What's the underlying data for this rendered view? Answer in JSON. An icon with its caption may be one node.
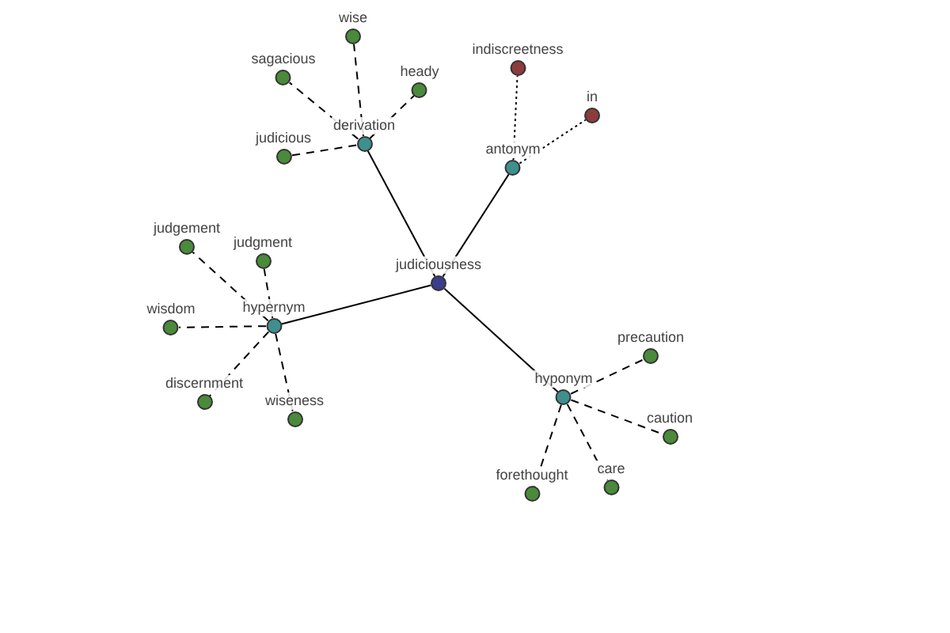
{
  "diagram": {
    "nodes": [
      {
        "text": [
          "judiciousness"
        ]
      },
      {
        "text": [
          "derivation"
        ]
      },
      {
        "text": [
          "antonym"
        ]
      },
      {
        "text": [
          "hypernym"
        ]
      },
      {
        "text": [
          "hyponym"
        ]
      },
      {
        "text": [
          "wise"
        ]
      },
      {
        "text": [
          "sagacious"
        ]
      },
      {
        "text": [
          "heady"
        ]
      },
      {
        "text": [
          "judicious"
        ]
      },
      {
        "text": [
          "indiscreetness"
        ]
      },
      {
        "text": [
          "in"
        ]
      },
      {
        "text": [
          "judgement"
        ]
      },
      {
        "text": [
          "judgment"
        ]
      },
      {
        "text": [
          "wisdom"
        ]
      },
      {
        "text": [
          "discernment"
        ]
      },
      {
        "text": [
          "wiseness"
        ]
      },
      {
        "text": [
          "precaution"
        ]
      },
      {
        "text": [
          "caution"
        ]
      },
      {
        "text": [
          "forethought"
        ]
      },
      {
        "text": [
          "care"
        ]
      }
    ],
    "edges": [
      {
        "from": 0,
        "to": 1,
        "arrow": "none"
      },
      {
        "from": 0,
        "to": 2,
        "arrow": "none"
      },
      {
        "from": 0,
        "to": 3,
        "arrow": "none"
      },
      {
        "from": 0,
        "to": 4,
        "arrow": "none"
      },
      {
        "from": 1,
        "to": 5,
        "arrow": "none",
        "style": "dashed"
      },
      {
        "from": 1,
        "to": 6,
        "arrow": "none",
        "style": "dashed"
      },
      {
        "from": 1,
        "to": 7,
        "arrow": "none",
        "style": "dashed"
      },
      {
        "from": 1,
        "to": 8,
        "arrow": "none",
        "style": "dashed"
      },
      {
        "from": 2,
        "to": 9,
        "arrow": "none",
        "style": "dashed"
      },
      {
        "from": 2,
        "to": 10,
        "arrow": "none",
        "style": "dashed"
      },
      {
        "from": 3,
        "to": 11,
        "arrow": "none",
        "style": "dashed"
      },
      {
        "from": 3,
        "to": 12,
        "arrow": "none",
        "style": "dashed"
      },
      {
        "from": 3,
        "to": 13,
        "arrow": "none",
        "style": "dashed"
      },
      {
        "from": 3,
        "to": 14,
        "arrow": "none",
        "style": "dashed"
      },
      {
        "from": 3,
        "to": 15,
        "arrow": "none",
        "style": "dashed"
      },
      {
        "from": 4,
        "to": 16,
        "arrow": "none",
        "style": "dashed"
      },
      {
        "from": 4,
        "to": 17,
        "arrow": "none",
        "style": "dashed"
      },
      {
        "from": 4,
        "to": 18,
        "arrow": "none",
        "style": "dashed"
      },
      {
        "from": 4,
        "to": 19,
        "arrow": "none",
        "style": "dashed"
      }
    ]
  }
}
